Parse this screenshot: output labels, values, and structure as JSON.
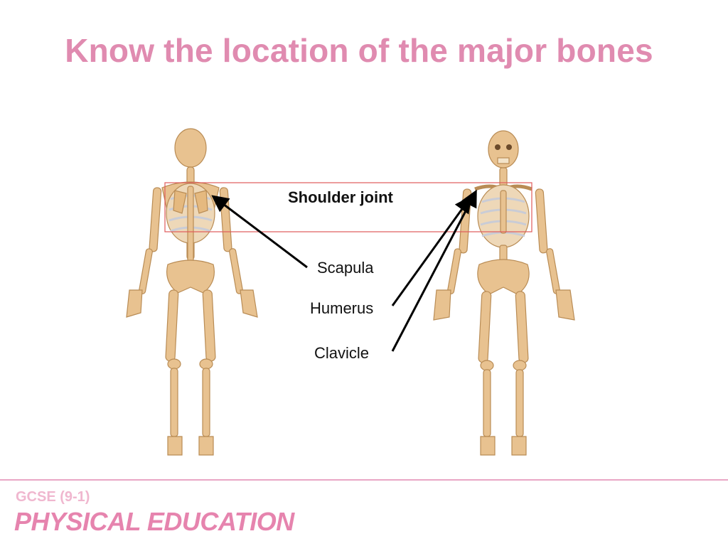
{
  "slide": {
    "title": "Know the location of the major bones"
  },
  "diagram": {
    "region_label": "Shoulder joint",
    "labels": {
      "scapula": "Scapula",
      "humerus": "Humerus",
      "clavicle": "Clavicle"
    }
  },
  "footer": {
    "subtitle": "GCSE (9-1)",
    "title": "PHYSICAL EDUCATION"
  },
  "colors": {
    "title": "#e08bb0",
    "bone": "#e8c290",
    "bone_stroke": "#b98c55",
    "highlight_box": "#e05a5a",
    "footer_main": "#e684ae",
    "footer_sub": "#f0b7cf"
  }
}
